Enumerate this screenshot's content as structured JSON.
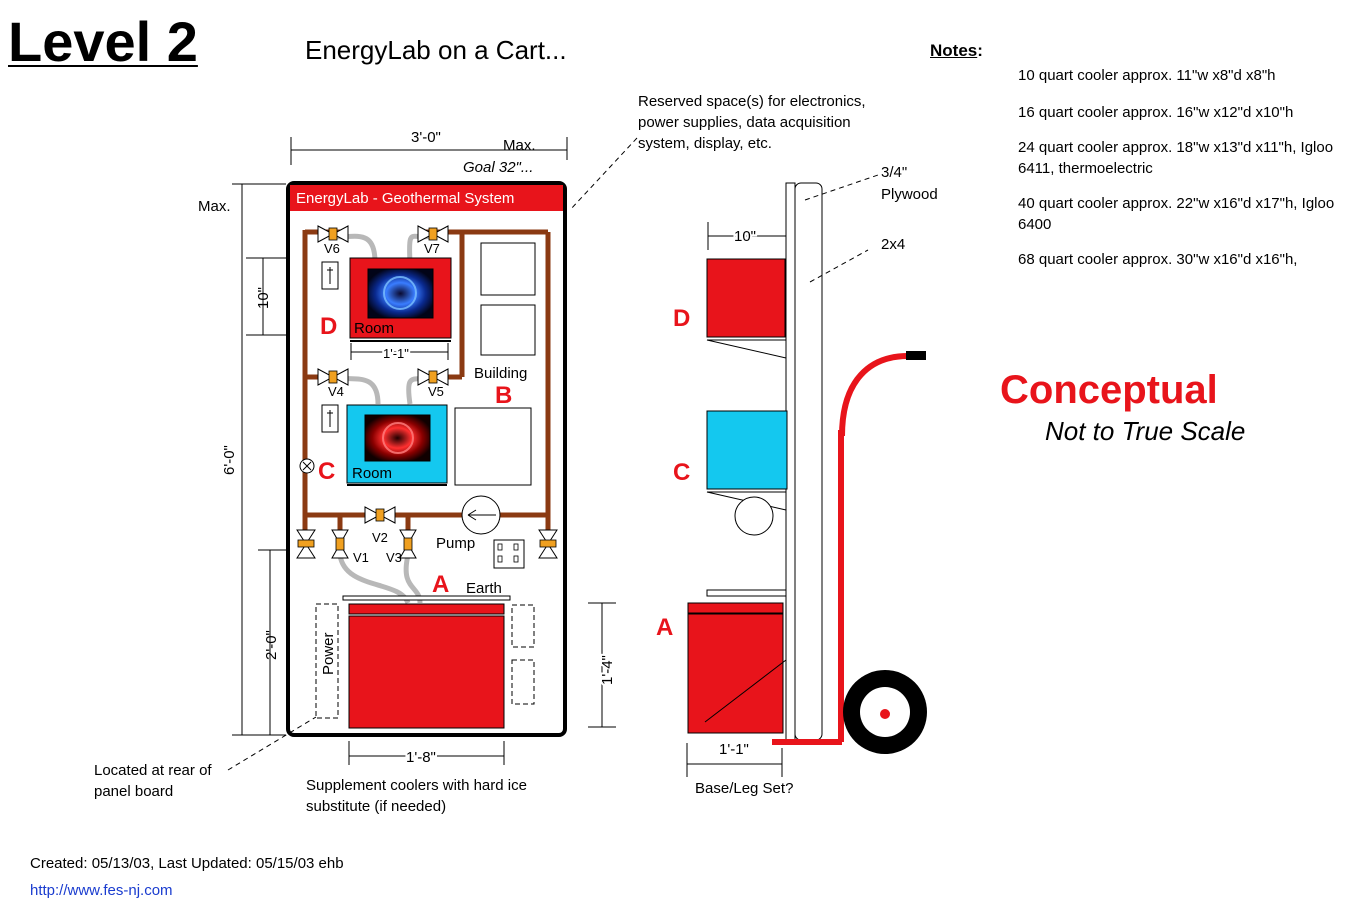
{
  "header": {
    "level": "Level 2",
    "subtitle": "EnergyLab on a Cart...",
    "notes_label": "Notes"
  },
  "notes": [
    "10 quart cooler approx. 11\"w x8\"d x8\"h",
    "16 quart cooler approx. 16\"w x12\"d x10\"h",
    "24 quart cooler approx. 18\"w x13\"d x11\"h, Igloo 6411, thermoelectric",
    "40 quart cooler approx. 22\"w x16\"d x17\"h, Igloo 6400",
    "68 quart cooler approx. 30\"w x16\"d x16\"h,"
  ],
  "stamp": {
    "conceptual": "Conceptual",
    "not_to_scale": "Not to True Scale"
  },
  "front_view": {
    "panel_title": "EnergyLab - Geothermal System",
    "dim_width": "3'-0\"",
    "dim_width_max": "Max.",
    "dim_goal": "Goal 32\"...",
    "dim_height_max": "Max.",
    "dim_height": "6'-0\"",
    "dim_10in": "10\"",
    "dim_2ft": "2'-0\"",
    "dim_1ft1": "1'-1\"",
    "dim_1ft4": "1'-4\"",
    "dim_1ft8": "1'-8\"",
    "valves": [
      "V1",
      "V2",
      "V3",
      "V4",
      "V5",
      "V6",
      "V7"
    ],
    "label_d": "D",
    "label_c": "C",
    "label_b": "B",
    "label_a": "A",
    "room": "Room",
    "building": "Building",
    "pump": "Pump",
    "earth": "Earth",
    "power": "Power",
    "reserved_note": "Reserved space(s) for electronics, power supplies, data acquisition system, display, etc.",
    "rear_note": "Located at rear of panel board",
    "ice_note": "Supplement coolers with hard ice substitute (if needed)"
  },
  "side_view": {
    "plywood": "3/4\" Plywood",
    "two_by_four": "2x4",
    "dim_10in": "10\"",
    "dim_1ft1": "1'-1\"",
    "base_note": "Base/Leg Set?",
    "label_d": "D",
    "label_c": "C",
    "label_a": "A"
  },
  "footer": {
    "created": "Created: 05/13/03, Last Updated: 05/15/03 ehb",
    "url": "http://www.fes-nj.com"
  },
  "colors": {
    "red": "#e8141b",
    "cyan": "#14c8ef",
    "pipe": "#8b3a12",
    "valve_orange": "#f0a020"
  }
}
